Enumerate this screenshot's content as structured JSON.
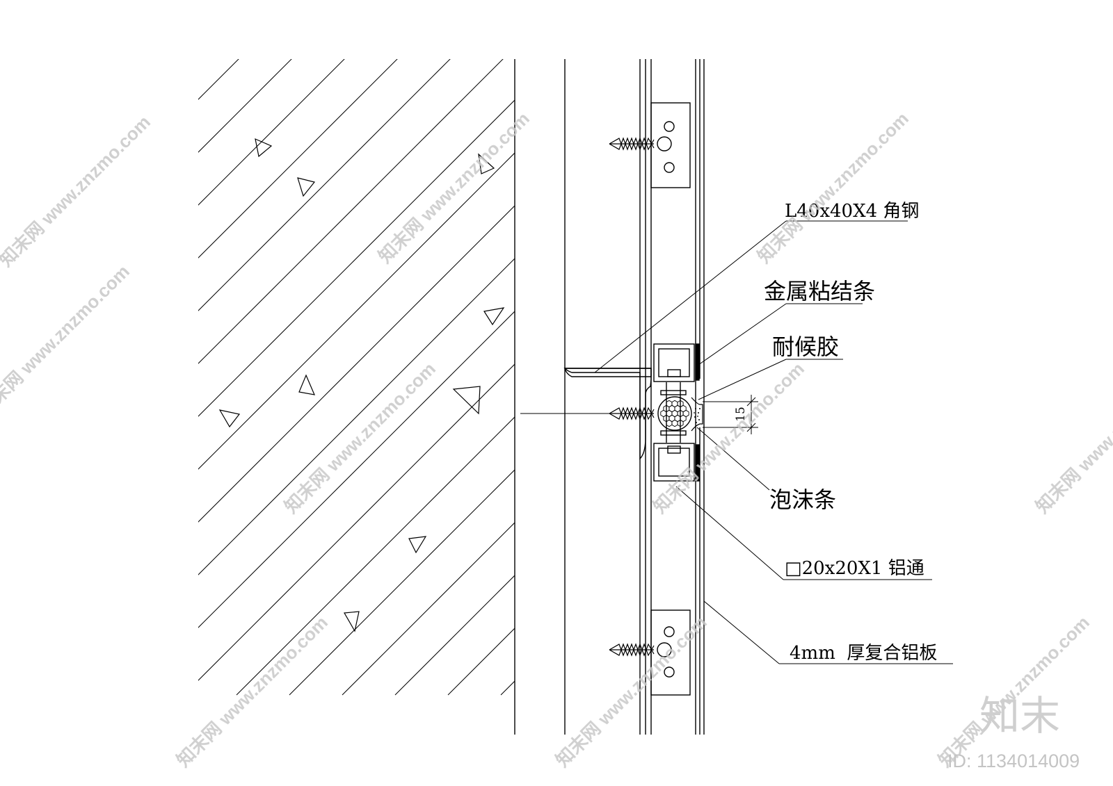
{
  "labels": {
    "angle_steel": "L40x40X4 角钢",
    "metal_strip": "金属粘结条",
    "sealant": "耐候胶",
    "foam_strip": "泡沫条",
    "aluminum_tube": "□20x20X1 铝通",
    "aluminum_panel": "4mm  厚复合铝板"
  },
  "dimension": {
    "gap": "15"
  },
  "watermark": {
    "text": "知末网 www.znzmo.com",
    "logo": "知末",
    "id": "ID: 1134014009"
  },
  "colors": {
    "line": "#000000",
    "watermark": "#c8c8c8"
  }
}
